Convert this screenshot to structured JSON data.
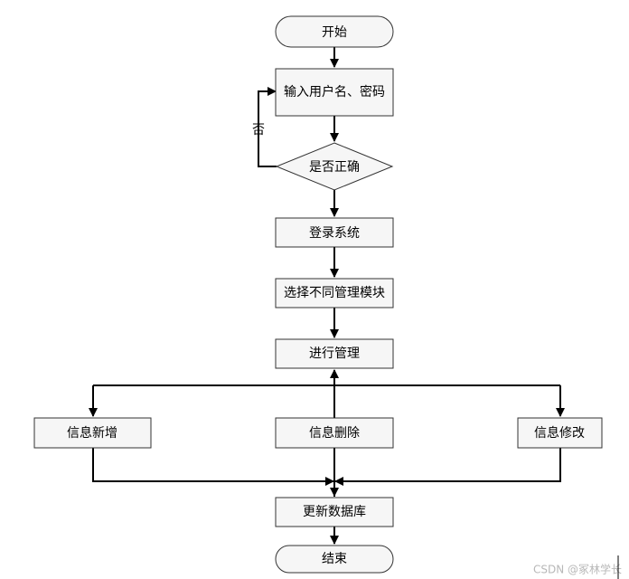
{
  "diagram": {
    "nodes": {
      "start": "开始",
      "input": "输入用户名、密码",
      "check": "是否正确",
      "login": "登录系统",
      "select": "选择不同管理模块",
      "manage": "进行管理",
      "add": "信息新增",
      "delete": "信息删除",
      "edit": "信息修改",
      "update": "更新数据库",
      "end": "结束"
    },
    "edge_labels": {
      "no": "否"
    }
  },
  "watermark": "CSDN @冢林学长",
  "colors": {
    "box_fill": "#f6f6f6",
    "box_stroke": "#333333",
    "edge": "#000000",
    "watermark": "#b8b8b8"
  }
}
